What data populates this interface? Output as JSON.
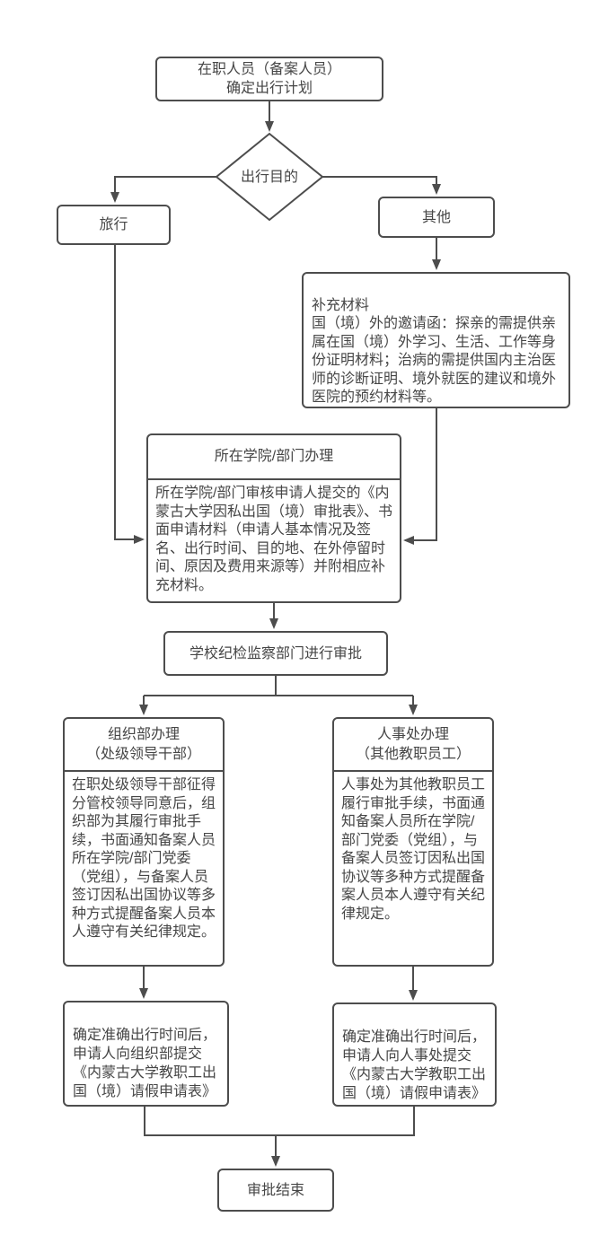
{
  "flowchart": {
    "colors": {
      "stroke": "#4d4d4d",
      "text": "#464646",
      "background": "#ffffff"
    },
    "nodes": {
      "start": {
        "label": "在职人员（备案人员）\n确定出行计划"
      },
      "decision": {
        "label": "出行目的"
      },
      "travel": {
        "label": "旅行"
      },
      "other": {
        "label": "其他"
      },
      "supplement": {
        "text": "补充材料\n国（境）外的邀请函：探亲的需提供亲属在国（境）外学习、生活、工作等身份证明材料；治病的需提供国内主治医师的诊断证明、境外就医的建议和境外医院的预约材料等。"
      },
      "dept": {
        "title": "所在学院/部门办理",
        "body": "所在学院/部门审核申请人提交的《内蒙古大学因私出国（境）审批表》、书面申请材料（申请人基本情况及签名、出行时间、目的地、在外停留时间、原因及费用来源等）并附相应补充材料。"
      },
      "discipline": {
        "label": "学校纪检监察部门进行审批"
      },
      "org": {
        "title": "组织部办理\n（处级领导干部）",
        "body": "在职处级领导干部征得分管校领导同意后，组织部为其履行审批手续，书面通知备案人员所在学院/部门党委（党组），与备案人员签订因私出国协议等多种方式提醒备案人员本人遵守有关纪律规定。"
      },
      "hr": {
        "title": "人事处办理\n（其他教职员工）",
        "body": "人事处为其他教职员工履行审批手续，书面通知备案人员所在学院/部门党委（党组），与备案人员签订因私出国协议等多种方式提醒备案人员本人遵守有关纪律规定。"
      },
      "org_submit": {
        "text": "确定准确出行时间后，申请人向组织部提交《内蒙古大学教职工出国（境）请假申请表》"
      },
      "hr_submit": {
        "text": "确定准确出行时间后，申请人向人事处提交《内蒙古大学教职工出国（境）请假申请表》"
      },
      "end": {
        "label": "审批结束"
      }
    }
  }
}
